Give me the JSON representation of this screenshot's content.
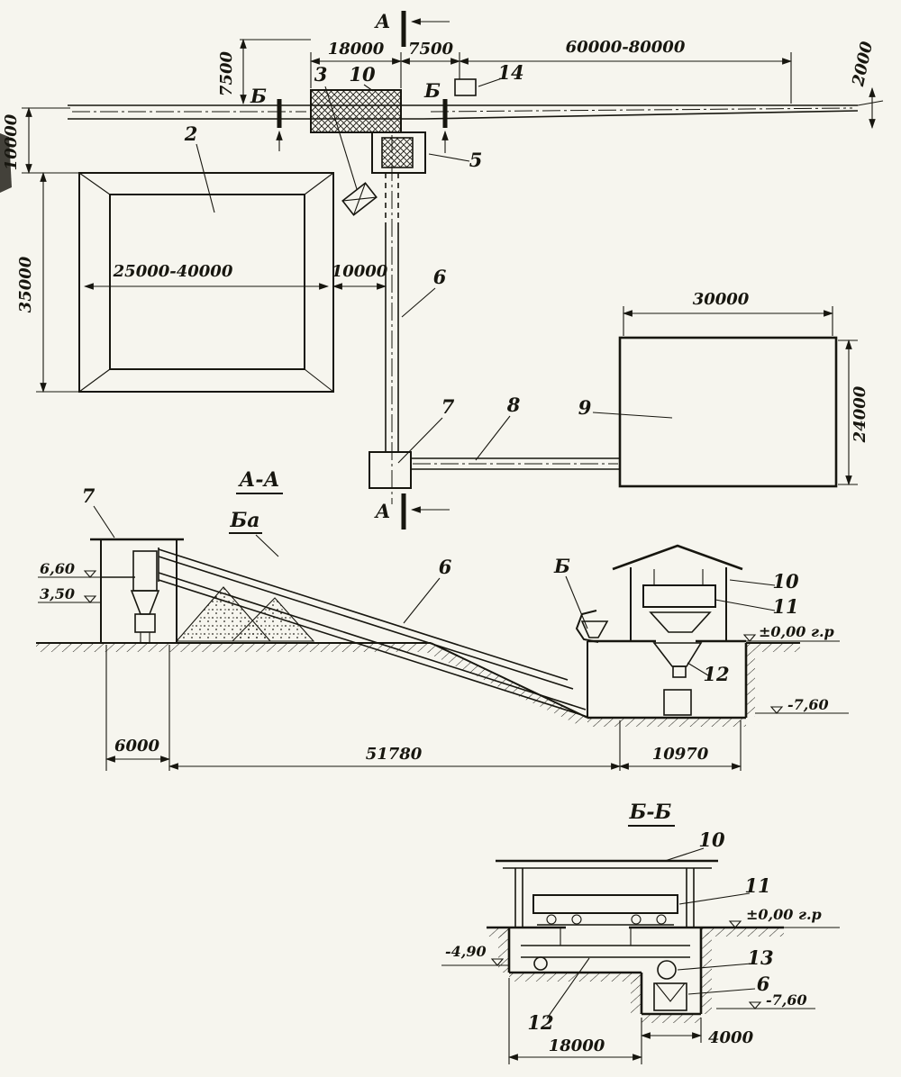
{
  "plan": {
    "marker_a": "А",
    "marker_b": "Б",
    "d18000": "18000",
    "d7500_top": "7500",
    "d60000": "60000-80000",
    "d2000": "2000",
    "d7500_left": "7500",
    "d10000_left": "10000",
    "d35000": "35000",
    "d25000": "25000-40000",
    "d10000_gap": "10000",
    "d30000": "30000",
    "d24000": "24000",
    "c2": "2",
    "c3": "3",
    "c10": "10",
    "c14": "14",
    "c5": "5",
    "c6": "6",
    "c7": "7",
    "c8": "8",
    "c9": "9"
  },
  "aa": {
    "title": "А-А",
    "ba": "Ба",
    "c7": "7",
    "c6": "6",
    "cb": "Б",
    "c10": "10",
    "c11": "11",
    "c12": "12",
    "e660": "6,60",
    "e350": "3,50",
    "e000": "±0,00 г.р",
    "e760": "-7,60",
    "d6000": "6000",
    "d51780": "51780",
    "d10970": "10970"
  },
  "bb": {
    "title": "Б-Б",
    "c10": "10",
    "c11": "11",
    "c12": "12",
    "c13": "13",
    "c6": "6",
    "e000": "±0,00 г.р",
    "e490": "-4,90",
    "e760": "-7,60",
    "d4000": "4000",
    "d18000": "18000"
  }
}
